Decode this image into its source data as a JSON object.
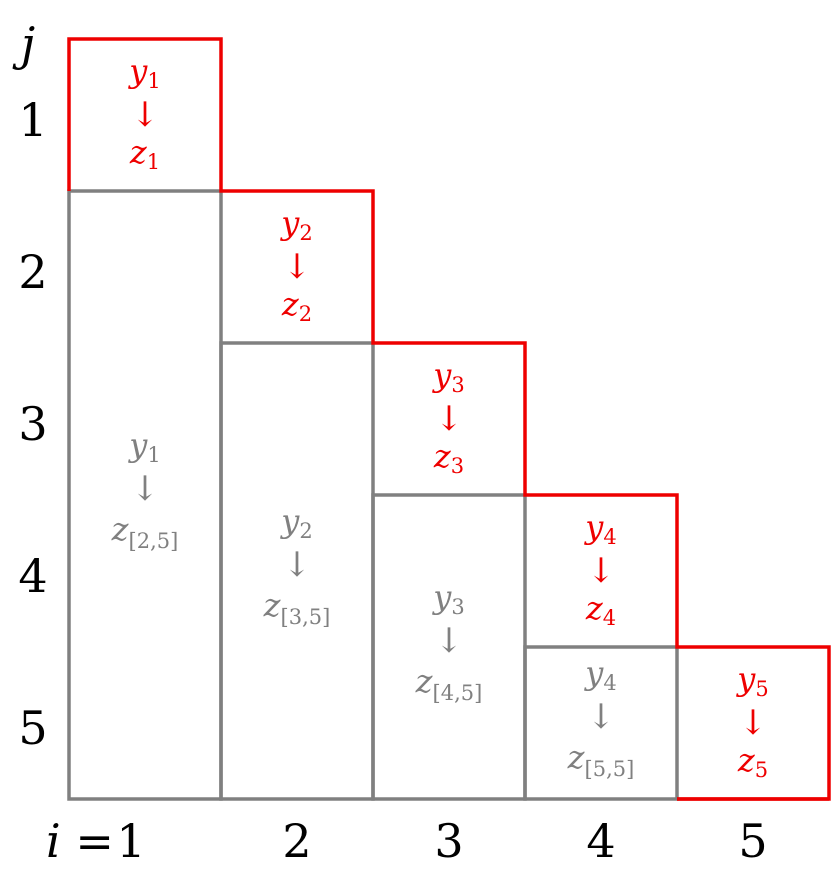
{
  "axis": {
    "row_label": "j",
    "col_prefix": "i =",
    "rows": [
      "1",
      "2",
      "3",
      "4",
      "5"
    ],
    "cols": [
      "1",
      "2",
      "3",
      "4",
      "5"
    ]
  },
  "colors": {
    "red": "#ee0000",
    "gray": "#808080",
    "text": "#000000"
  },
  "cells": {
    "red": [
      {
        "y": "y",
        "ysub": "1",
        "arrow": "↓",
        "z": "z",
        "zsub": "1"
      },
      {
        "y": "y",
        "ysub": "2",
        "arrow": "↓",
        "z": "z",
        "zsub": "2"
      },
      {
        "y": "y",
        "ysub": "3",
        "arrow": "↓",
        "z": "z",
        "zsub": "3"
      },
      {
        "y": "y",
        "ysub": "4",
        "arrow": "↓",
        "z": "z",
        "zsub": "4"
      },
      {
        "y": "y",
        "ysub": "5",
        "arrow": "↓",
        "z": "z",
        "zsub": "5"
      }
    ],
    "gray": [
      {
        "y": "y",
        "ysub": "1",
        "arrow": "↓",
        "z": "z",
        "zsub": "[2,5]"
      },
      {
        "y": "y",
        "ysub": "2",
        "arrow": "↓",
        "z": "z",
        "zsub": "[3,5]"
      },
      {
        "y": "y",
        "ysub": "3",
        "arrow": "↓",
        "z": "z",
        "zsub": "[4,5]"
      },
      {
        "y": "y",
        "ysub": "4",
        "arrow": "↓",
        "z": "z",
        "zsub": "[5,5]"
      }
    ]
  }
}
